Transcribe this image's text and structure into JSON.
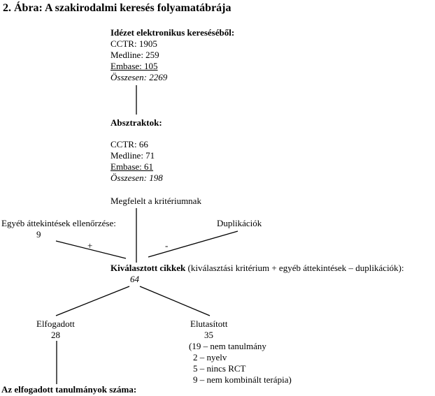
{
  "title": "2. Ábra: A szakirodalmi keresés folyamatábrája",
  "search": {
    "heading": "Idézet elektronikus kereséséből:",
    "cctr": "CCTR: 1905",
    "medline": "Medline: 259",
    "embase": "Embase: 105",
    "total": "Összesen: 2269"
  },
  "abstracts": {
    "heading": "Absztraktok:",
    "cctr": "CCTR: 66",
    "medline": "Medline: 71",
    "embase": "Embase: 61",
    "total": "Összesen: 198",
    "criteria": "Megfelelt a kritériumnak"
  },
  "other_reviews": {
    "label": "Egyéb áttekintések ellenőrzése:",
    "count": "9",
    "sign": "+"
  },
  "duplicates": {
    "label": "Duplikációk",
    "sign": "-"
  },
  "selected": {
    "label": "Kiválasztott cikkek",
    "note": " (kiválasztási kritérium + egyéb áttekintések – duplikációk):",
    "count": "64"
  },
  "accepted": {
    "label": "Elfogadott",
    "count": "28"
  },
  "rejected": {
    "label": "Elutasított",
    "count": "35",
    "reasons": [
      "(19 – nem tanulmány",
      "2 – nyelv",
      "5 – nincs RCT",
      "9 – nem kombinált terápia)"
    ]
  },
  "final": {
    "label": "Az elfogadott tanulmányok száma:"
  }
}
